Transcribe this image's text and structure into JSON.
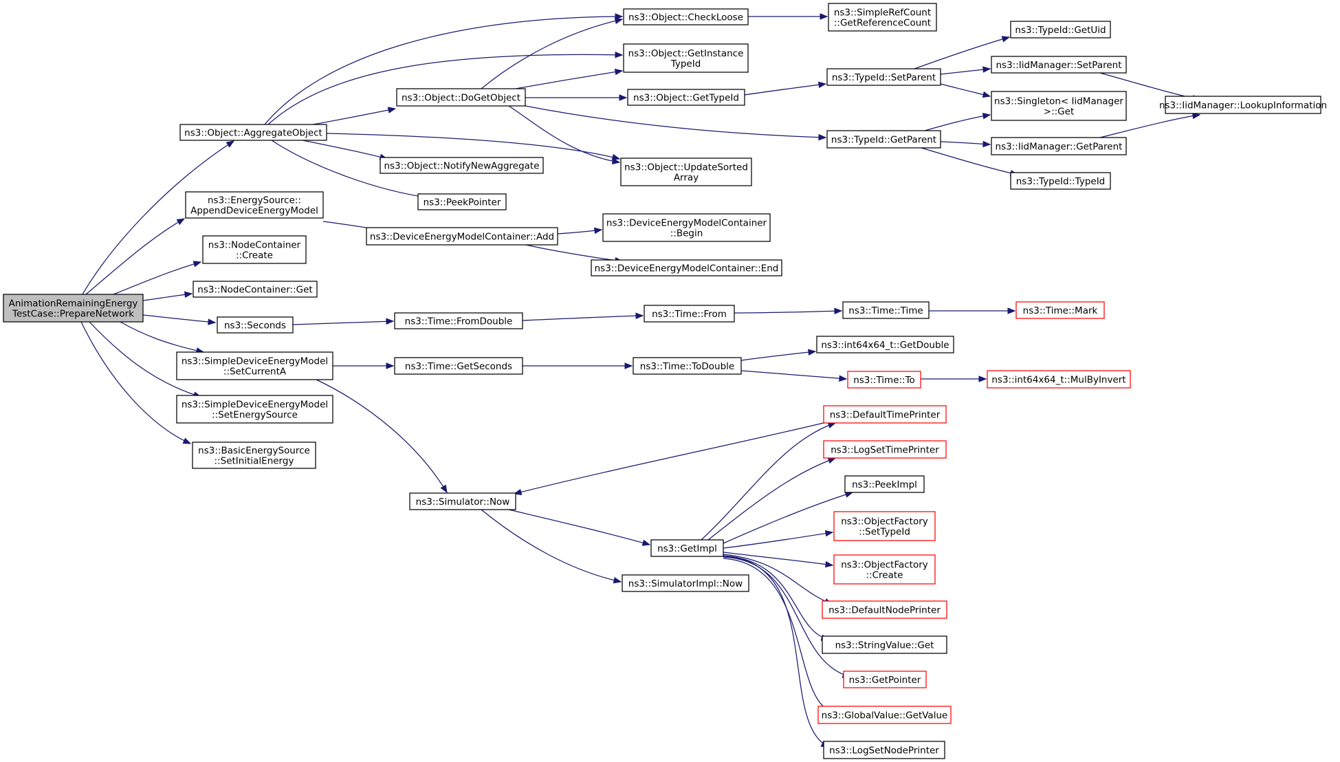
{
  "colors": {
    "edge": "#191970",
    "node_border": "#000000",
    "truncated_border": "#ff0000",
    "root_fill": "#bfbfbf",
    "background": "#ffffff"
  },
  "nodes": [
    {
      "id": "root",
      "lines": [
        "AnimationRemainingEnergy",
        "TestCase::PrepareNetwork"
      ]
    },
    {
      "id": "aggregate-object",
      "lines": [
        "ns3::Object::AggregateObject"
      ]
    },
    {
      "id": "append-device-energy-model",
      "lines": [
        "ns3::EnergySource::",
        "AppendDeviceEnergyModel"
      ]
    },
    {
      "id": "node-container-create",
      "lines": [
        "ns3::NodeContainer",
        "::Create"
      ]
    },
    {
      "id": "node-container-get",
      "lines": [
        "ns3::NodeContainer::Get"
      ]
    },
    {
      "id": "seconds",
      "lines": [
        "ns3::Seconds"
      ]
    },
    {
      "id": "set-current-a",
      "lines": [
        "ns3::SimpleDeviceEnergyModel",
        "::SetCurrentA"
      ]
    },
    {
      "id": "set-energy-source",
      "lines": [
        "ns3::SimpleDeviceEnergyModel",
        "::SetEnergySource"
      ]
    },
    {
      "id": "set-initial-energy",
      "lines": [
        "ns3::BasicEnergySource",
        "::SetInitialEnergy"
      ]
    },
    {
      "id": "check-loose",
      "lines": [
        "ns3::Object::CheckLoose"
      ]
    },
    {
      "id": "get-reference-count",
      "lines": [
        "ns3::SimpleRefCount",
        "::GetReferenceCount"
      ]
    },
    {
      "id": "get-instance-type-id",
      "lines": [
        "ns3::Object::GetInstance",
        "TypeId"
      ]
    },
    {
      "id": "do-get-object",
      "lines": [
        "ns3::Object::DoGetObject"
      ]
    },
    {
      "id": "object-get-type-id",
      "lines": [
        "ns3::Object::GetTypeId"
      ]
    },
    {
      "id": "notify-new-aggregate",
      "lines": [
        "ns3::Object::NotifyNewAggregate"
      ]
    },
    {
      "id": "update-sorted-array",
      "lines": [
        "ns3::Object::UpdateSorted",
        "Array"
      ]
    },
    {
      "id": "peek-pointer",
      "lines": [
        "ns3::PeekPointer"
      ]
    },
    {
      "id": "container-add",
      "lines": [
        "ns3::DeviceEnergyModelContainer::Add"
      ]
    },
    {
      "id": "container-begin",
      "lines": [
        "ns3::DeviceEnergyModelContainer",
        "::Begin"
      ]
    },
    {
      "id": "container-end",
      "lines": [
        "ns3::DeviceEnergyModelContainer::End"
      ]
    },
    {
      "id": "typeid-set-parent",
      "lines": [
        "ns3::TypeId::SetParent"
      ]
    },
    {
      "id": "typeid-get-parent",
      "lines": [
        "ns3::TypeId::GetParent"
      ]
    },
    {
      "id": "typeid-get-uid",
      "lines": [
        "ns3::TypeId::GetUid"
      ]
    },
    {
      "id": "iid-set-parent",
      "lines": [
        "ns3::IidManager::SetParent"
      ]
    },
    {
      "id": "singleton-get",
      "lines": [
        "ns3::Singleton< IidManager",
        ">::Get"
      ]
    },
    {
      "id": "iid-get-parent",
      "lines": [
        "ns3::IidManager::GetParent"
      ]
    },
    {
      "id": "typeid-typeid",
      "lines": [
        "ns3::TypeId::TypeId"
      ]
    },
    {
      "id": "iid-lookup-information",
      "lines": [
        "ns3::IidManager::LookupInformation"
      ]
    },
    {
      "id": "time-from-double",
      "lines": [
        "ns3::Time::FromDouble"
      ]
    },
    {
      "id": "time-from",
      "lines": [
        "ns3::Time::From"
      ]
    },
    {
      "id": "time-time",
      "lines": [
        "ns3::Time::Time"
      ]
    },
    {
      "id": "time-mark",
      "lines": [
        "ns3::Time::Mark"
      ],
      "truncated": true
    },
    {
      "id": "time-get-seconds",
      "lines": [
        "ns3::Time::GetSeconds"
      ]
    },
    {
      "id": "time-to-double",
      "lines": [
        "ns3::Time::ToDouble"
      ]
    },
    {
      "id": "int64x64-get-double",
      "lines": [
        "ns3::int64x64_t::GetDouble"
      ]
    },
    {
      "id": "time-to",
      "lines": [
        "ns3::Time::To"
      ],
      "truncated": true
    },
    {
      "id": "int64x64-mul-by-invert",
      "lines": [
        "ns3::int64x64_t::MulByInvert"
      ],
      "truncated": true
    },
    {
      "id": "simulator-now",
      "lines": [
        "ns3::Simulator::Now"
      ]
    },
    {
      "id": "get-impl",
      "lines": [
        "ns3::GetImpl"
      ]
    },
    {
      "id": "simulator-impl-now",
      "lines": [
        "ns3::SimulatorImpl::Now"
      ]
    },
    {
      "id": "default-time-printer",
      "lines": [
        "ns3::DefaultTimePrinter"
      ],
      "truncated": true
    },
    {
      "id": "log-set-time-printer",
      "lines": [
        "ns3::LogSetTimePrinter"
      ],
      "truncated": true
    },
    {
      "id": "peek-impl",
      "lines": [
        "ns3::PeekImpl"
      ]
    },
    {
      "id": "object-factory-set-type-id",
      "lines": [
        "ns3::ObjectFactory",
        "::SetTypeId"
      ],
      "truncated": true
    },
    {
      "id": "object-factory-create",
      "lines": [
        "ns3::ObjectFactory",
        "::Create"
      ],
      "truncated": true
    },
    {
      "id": "default-node-printer",
      "lines": [
        "ns3::DefaultNodePrinter"
      ],
      "truncated": true
    },
    {
      "id": "string-value-get",
      "lines": [
        "ns3::StringValue::Get"
      ]
    },
    {
      "id": "get-pointer",
      "lines": [
        "ns3::GetPointer"
      ],
      "truncated": true
    },
    {
      "id": "global-value-get-value",
      "lines": [
        "ns3::GlobalValue::GetValue"
      ],
      "truncated": true
    },
    {
      "id": "log-set-node-printer",
      "lines": [
        "ns3::LogSetNodePrinter"
      ]
    }
  ]
}
